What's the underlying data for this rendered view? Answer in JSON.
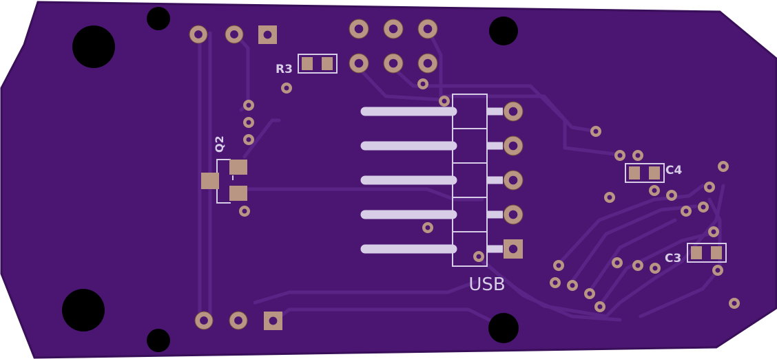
{
  "colors": {
    "board": "#4b1672",
    "board_edge": "#3a0f5a",
    "copper_trace": "#5a2486",
    "pad": "#b99583",
    "pad_dark": "#6b4a3a",
    "silkscreen": "#d8cde6",
    "hole": "#000000"
  },
  "silkscreen": {
    "r3": "R3",
    "q2": "Q2",
    "c4": "C4",
    "c3": "C3",
    "usb": "USB"
  }
}
